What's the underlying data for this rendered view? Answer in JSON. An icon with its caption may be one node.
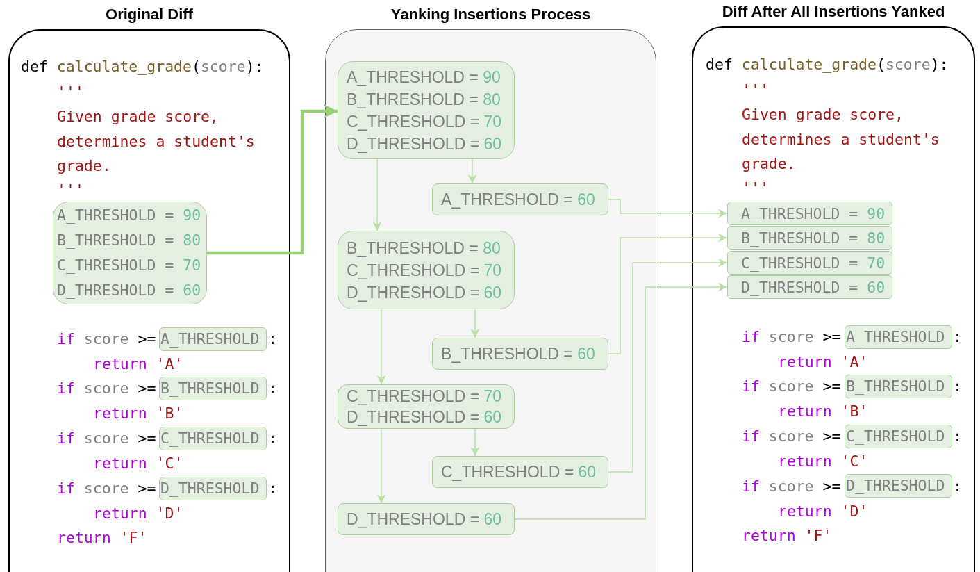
{
  "diagram": {
    "nodes": [
      {
        "text": [
          "Original Diff",
          "def calculate_grade(score):",
          "'''",
          "Given grade score, determines a student's grade.",
          "'''",
          "if score >=",
          ":",
          "return 'A'",
          "if score >=",
          ":",
          "return 'B'",
          "if score >=",
          ":",
          "return 'C'",
          "if score >=",
          ":",
          "return 'D'",
          "return 'F'"
        ]
      },
      {
        "text": [
          "A_THRESHOLD = 90",
          "B_THRESHOLD = 80",
          "C_THRESHOLD = 70",
          "D_THRESHOLD = 60"
        ],
        "in": 0
      },
      {
        "text": [
          "A_THRESHOLD"
        ],
        "in": 0
      },
      {
        "text": [
          "B_THRESHOLD"
        ],
        "in": 0
      },
      {
        "text": [
          "C_THRESHOLD"
        ],
        "in": 0
      },
      {
        "text": [
          "D_THRESHOLD"
        ],
        "in": 0
      },
      {
        "text": [
          "Yanking Insertions Process"
        ]
      },
      {
        "text": [
          "A_THRESHOLD = 90",
          "B_THRESHOLD = 80",
          "C_THRESHOLD = 70",
          "D_THRESHOLD = 60"
        ],
        "in": 6
      },
      {
        "text": [
          "A_THRESHOLD = 60"
        ],
        "in": 6
      },
      {
        "text": [
          "B_THRESHOLD = 80",
          "C_THRESHOLD = 70",
          "D_THRESHOLD = 60"
        ],
        "in": 6
      },
      {
        "text": [
          "B_THRESHOLD = 60"
        ],
        "in": 6
      },
      {
        "text": [
          "C_THRESHOLD = 70",
          "D_THRESHOLD = 60"
        ],
        "in": 6
      },
      {
        "text": [
          "C_THRESHOLD = 60"
        ],
        "in": 6
      },
      {
        "text": [
          "D_THRESHOLD = 60"
        ],
        "in": 6
      },
      {
        "text": [
          "Diff After All Insertions Yanked",
          "def calculate_grade(score):",
          "'''",
          "Given grade score, determines a student's grade.",
          "'''",
          "if score >=",
          ":",
          "return 'A'",
          "if score >=",
          ":",
          "return 'B'",
          "if score >=",
          ":",
          "return 'C'",
          "if score >=",
          ":",
          "return 'D'",
          "return 'F'"
        ]
      },
      {
        "text": [
          "A_THRESHOLD = 90"
        ],
        "in": 14
      },
      {
        "text": [
          "B_THRESHOLD = 80"
        ],
        "in": 14
      },
      {
        "text": [
          "C_THRESHOLD = 70"
        ],
        "in": 14
      },
      {
        "text": [
          "D_THRESHOLD = 60"
        ],
        "in": 14
      },
      {
        "text": [
          "A_THRESHOLD"
        ],
        "in": 14
      },
      {
        "text": [
          "B_THRESHOLD"
        ],
        "in": 14
      },
      {
        "text": [
          "C_THRESHOLD"
        ],
        "in": 14
      },
      {
        "text": [
          "D_THRESHOLD"
        ],
        "in": 14
      }
    ],
    "edges": [
      {
        "from": 1,
        "to": 7,
        "arrow": "to",
        "style": "thick",
        "color": "#97d077"
      },
      {
        "from": 7,
        "to": 8,
        "arrow": "to"
      },
      {
        "from": 7,
        "to": 9,
        "arrow": "to"
      },
      {
        "from": 9,
        "to": 10,
        "arrow": "to"
      },
      {
        "from": 9,
        "to": 11,
        "arrow": "to"
      },
      {
        "from": 11,
        "to": 12,
        "arrow": "to"
      },
      {
        "from": 11,
        "to": 13,
        "arrow": "to"
      },
      {
        "from": 8,
        "to": 15,
        "arrow": "to"
      },
      {
        "from": 10,
        "to": 16,
        "arrow": "to"
      },
      {
        "from": 12,
        "to": 17,
        "arrow": "to"
      },
      {
        "from": 13,
        "to": 18,
        "arrow": "to"
      }
    ]
  }
}
